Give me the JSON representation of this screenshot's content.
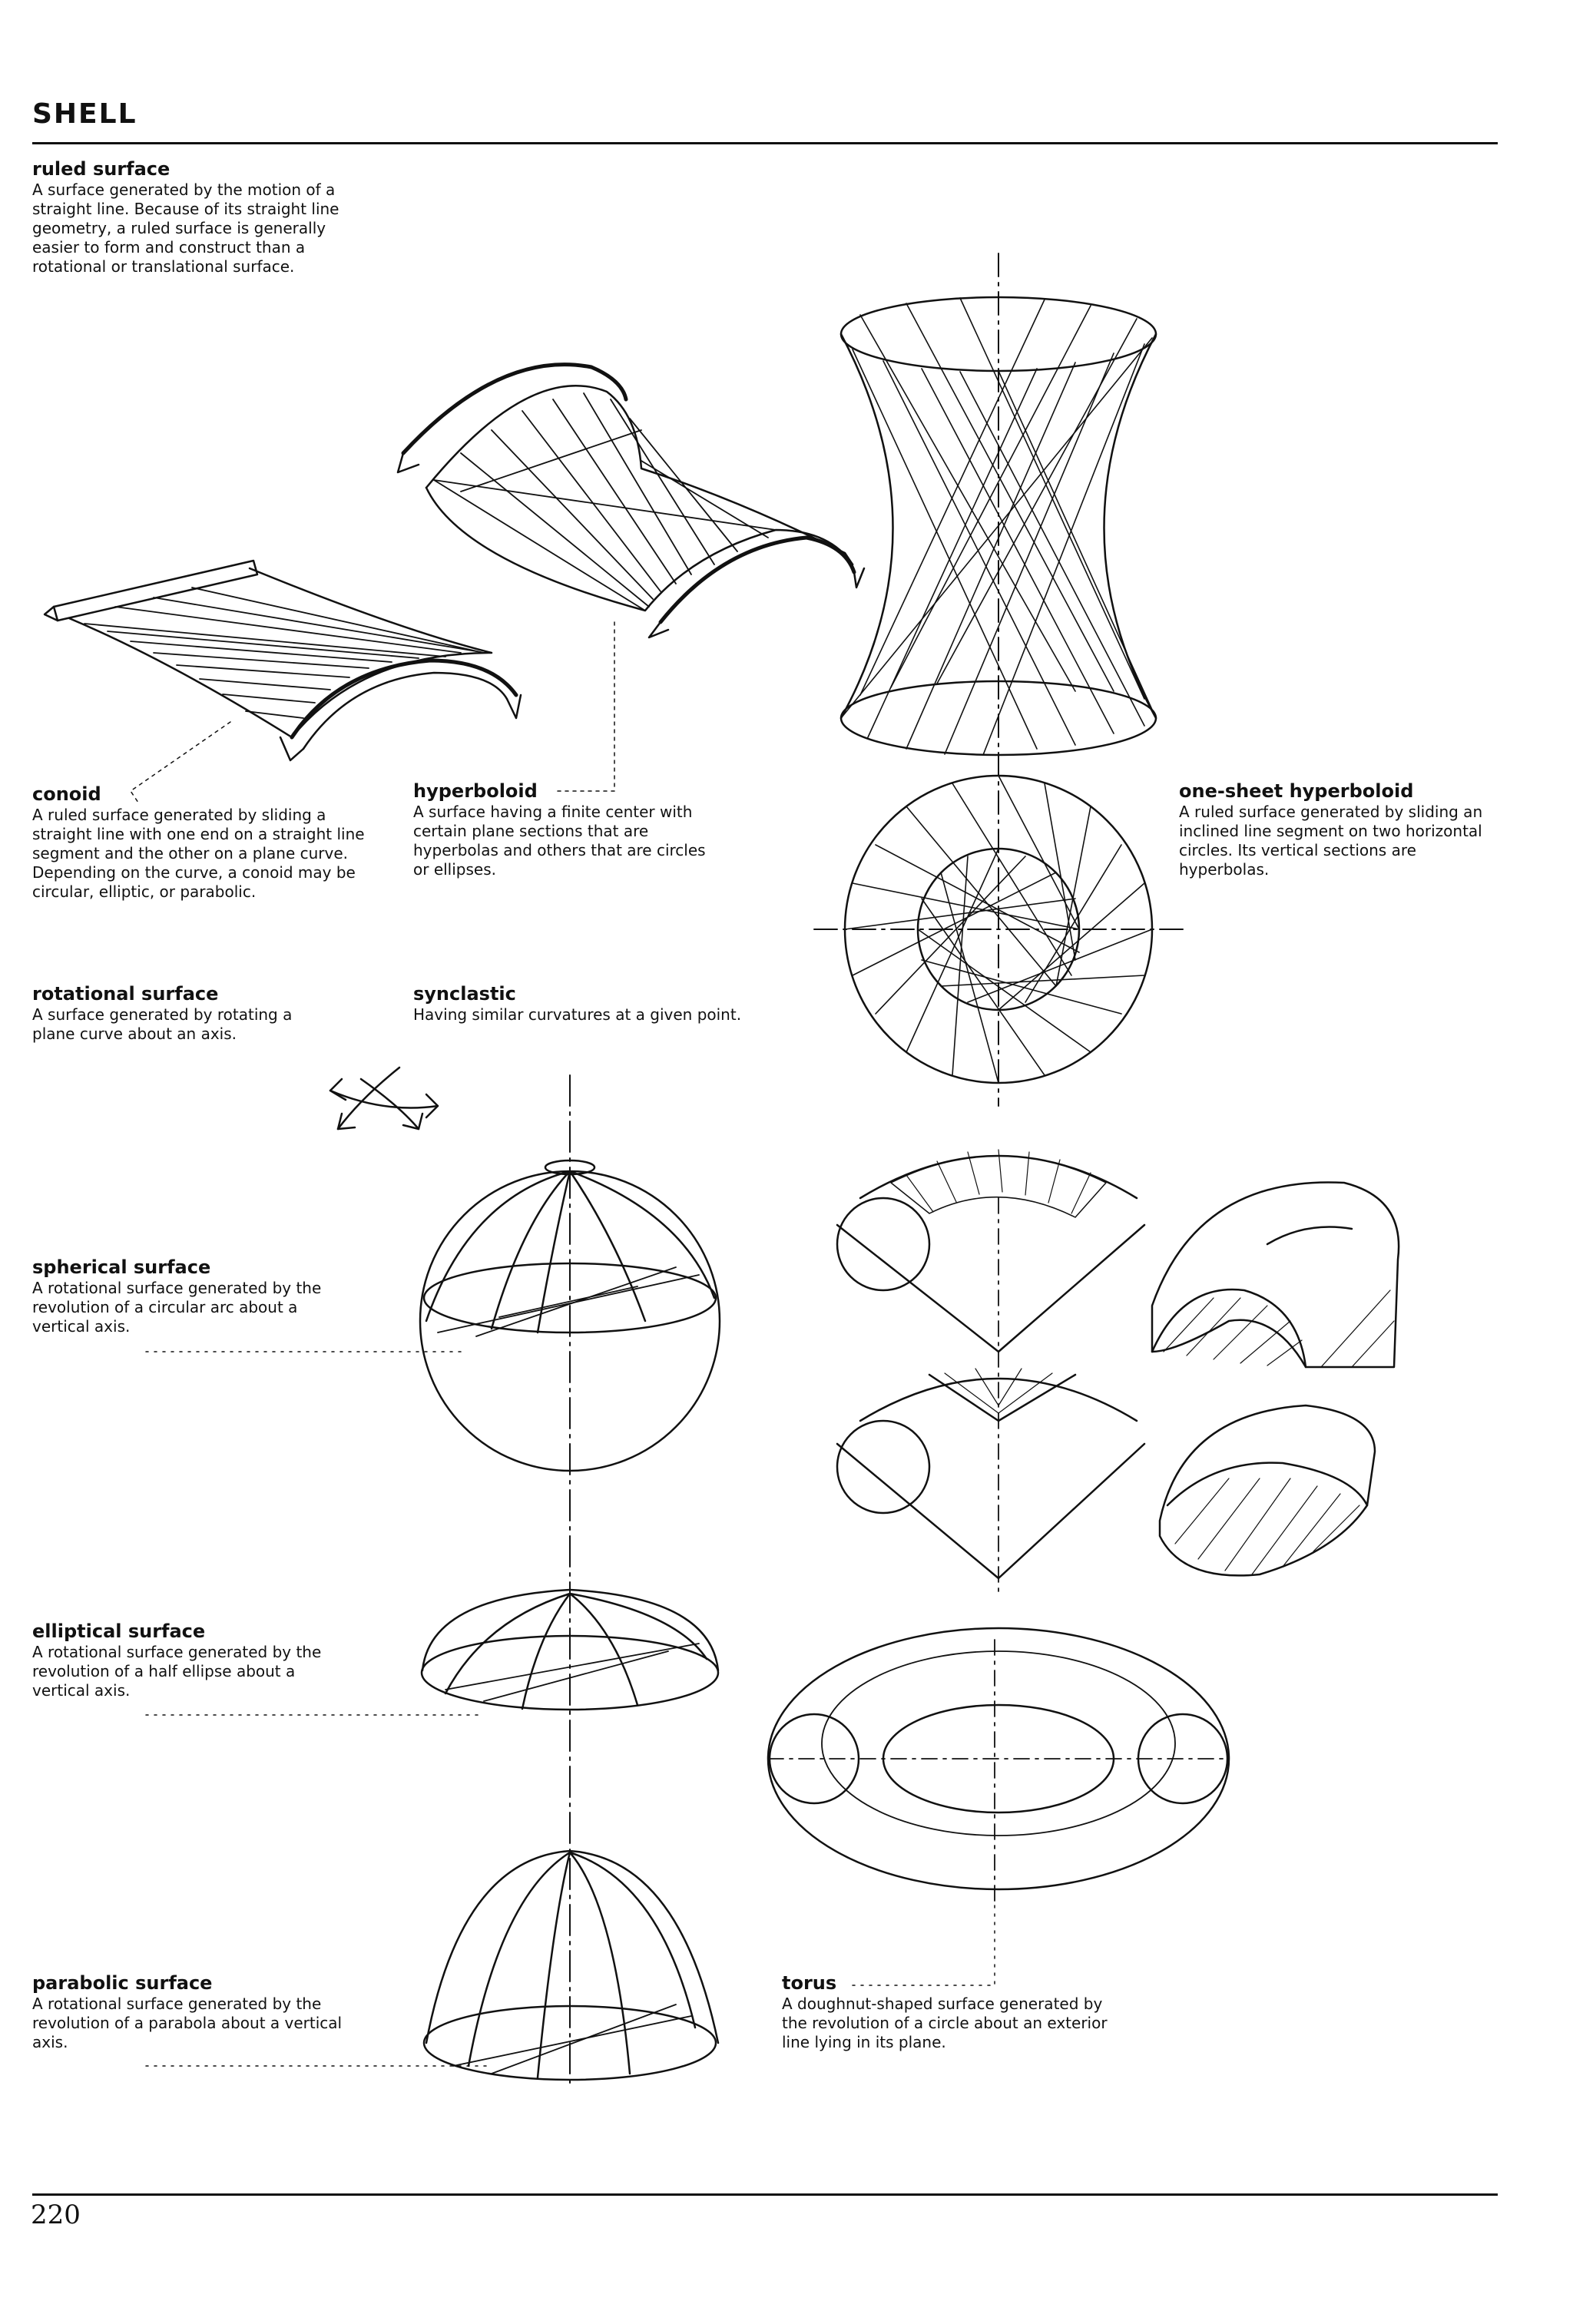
{
  "page": {
    "title": "SHELL",
    "page_number": "220"
  },
  "entries": [
    {
      "id": "ruled-surface",
      "term": "ruled surface",
      "definition": "A surface generated by the motion of a straight line. Because of its straight line geometry, a ruled surface is generally easier to form and construct than a rotational or translational surface."
    },
    {
      "id": "conoid",
      "term": "conoid",
      "definition": "A ruled surface generated by sliding a straight line with one end on a straight line segment and the other on a plane curve. Depending on the curve, a conoid may be circular, elliptic, or parabolic."
    },
    {
      "id": "hyperboloid",
      "term": "hyperboloid",
      "definition": "A surface having a finite center with certain plane sections that are hyperbolas and others that are circles or ellipses."
    },
    {
      "id": "one-sheet-hyperboloid",
      "term": "one-sheet hyperboloid",
      "definition": "A ruled surface generated by sliding an inclined line segment on two horizontal circles. Its vertical sections are hyperbolas."
    },
    {
      "id": "rotational-surface",
      "term": "rotational surface",
      "definition": "A surface generated by rotating a plane curve about an axis."
    },
    {
      "id": "synclastic",
      "term": "synclastic",
      "definition": "Having similar curvatures at a given point."
    },
    {
      "id": "spherical-surface",
      "term": "spherical surface",
      "definition": "A rotational surface generated by the revolution of a circular arc about a vertical axis."
    },
    {
      "id": "elliptical-surface",
      "term": "elliptical surface",
      "definition": "A rotational surface generated by the revolution of a half ellipse about a vertical axis."
    },
    {
      "id": "parabolic-surface",
      "term": "parabolic surface",
      "definition": "A rotational surface generated by the revolution of a parabola about a vertical axis."
    },
    {
      "id": "torus",
      "term": "torus",
      "definition": "A doughnut-shaped surface generated by the revolution of a circle about an exterior line lying in its plane."
    }
  ],
  "colors": {
    "ink": "#111111",
    "paper": "#ffffff"
  }
}
